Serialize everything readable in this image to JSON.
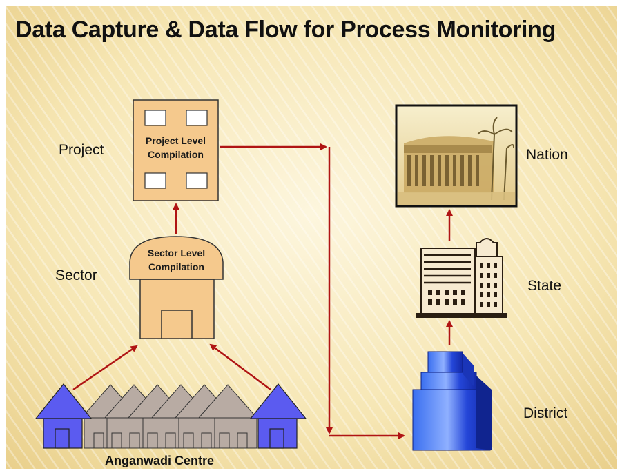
{
  "title": "Data Capture  & Data Flow for Process Monitoring",
  "levels": {
    "project": "Project",
    "sector": "Sector",
    "nation": "Nation",
    "state": "State",
    "district": "District"
  },
  "boxes": {
    "project_compilation": [
      "Project Level",
      "Compilation"
    ],
    "sector_compilation": [
      "Sector Level",
      "Compilation"
    ]
  },
  "caption": "Anganwadi Centre",
  "colors": {
    "arrow": "#b01414",
    "box_fill": "#f5c98d",
    "house_blue": "#5b5bf0",
    "house_grey": "#b8aba3"
  }
}
